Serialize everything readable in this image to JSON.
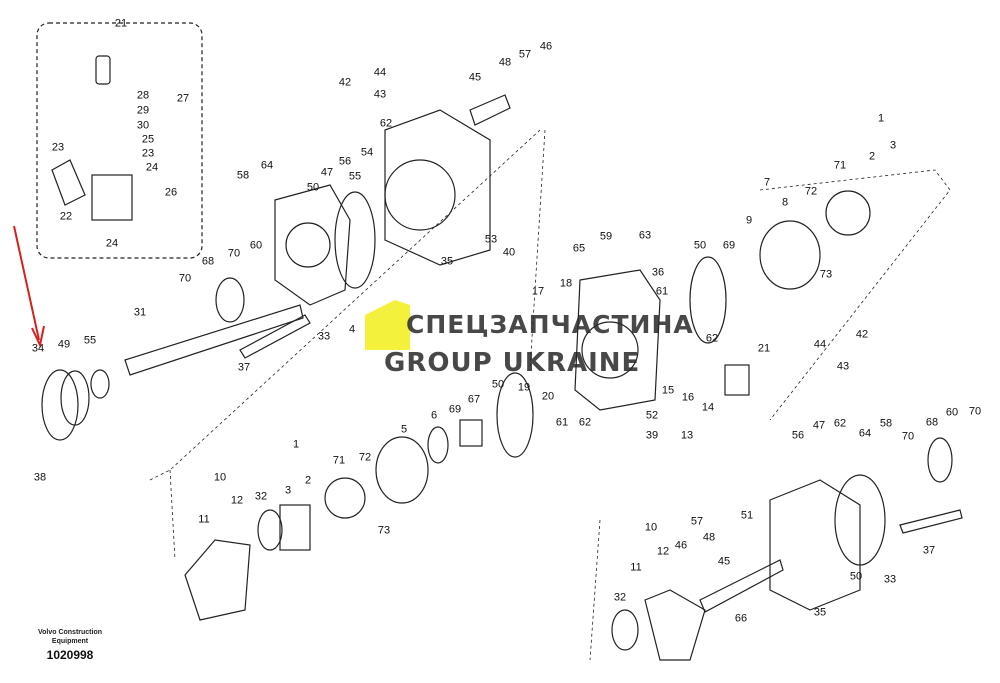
{
  "diagram": {
    "publisher": "Volvo Construction Equipment",
    "publisher_line1": "Volvo Construction",
    "publisher_line2": "Equipment",
    "drawing_number": "1020998",
    "watermark_line1": "СПЕЦЗАПЧАСТИНА",
    "watermark_line2": "GROUP UKRAINE",
    "highlight_color": "#d62020",
    "watermark_logo_color": "#f2ee1a",
    "part_labels": [
      "21",
      "27",
      "28",
      "29",
      "30",
      "25",
      "23",
      "24",
      "23",
      "22",
      "26",
      "24",
      "42",
      "44",
      "43",
      "45",
      "48",
      "57",
      "46",
      "62",
      "64",
      "58",
      "47",
      "56",
      "55",
      "54",
      "50",
      "53",
      "40",
      "35",
      "70",
      "68",
      "70",
      "60",
      "31",
      "33",
      "4",
      "37",
      "34",
      "49",
      "55",
      "38",
      "17",
      "18",
      "20",
      "19",
      "50",
      "67",
      "69",
      "6",
      "5",
      "65",
      "59",
      "63",
      "36",
      "61",
      "62",
      "61",
      "62",
      "52",
      "39",
      "15",
      "16",
      "14",
      "13",
      "21",
      "44",
      "42",
      "43",
      "50",
      "69",
      "9",
      "7",
      "8",
      "72",
      "73",
      "71",
      "1",
      "2",
      "3",
      "1",
      "2",
      "3",
      "71",
      "72",
      "73",
      "10",
      "12",
      "11",
      "32",
      "56",
      "47",
      "62",
      "64",
      "58",
      "70",
      "68",
      "60",
      "70",
      "57",
      "48",
      "46",
      "45",
      "51",
      "10",
      "12",
      "11",
      "32",
      "66",
      "35",
      "50",
      "33",
      "37"
    ]
  }
}
